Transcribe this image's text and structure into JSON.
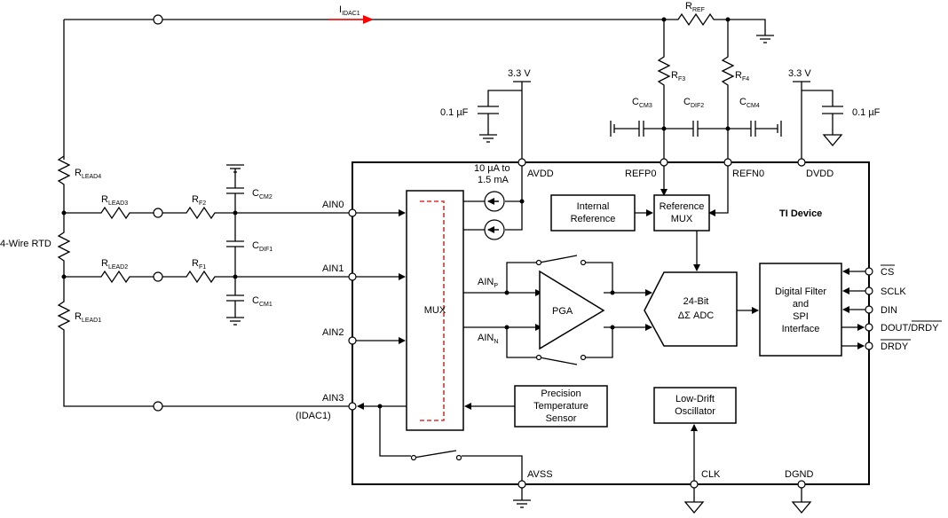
{
  "colors": {
    "wire": "#000000",
    "idac_arrow": "#ff0000",
    "mux_path": "#e03030",
    "background": "#ffffff"
  },
  "labels": {
    "idac1_main": "I",
    "idac1_sub": "IDAC1",
    "rref_main": "R",
    "rref_sub": "REF",
    "rf3_main": "R",
    "rf3_sub": "F3",
    "rf4_main": "R",
    "rf4_sub": "F4",
    "rlead4_main": "R",
    "rlead4_sub": "LEAD4",
    "rlead3_main": "R",
    "rlead3_sub": "LEAD3",
    "rlead2_main": "R",
    "rlead2_sub": "LEAD2",
    "rlead1_main": "R",
    "rlead1_sub": "LEAD1",
    "rf2_main": "R",
    "rf2_sub": "F2",
    "rf1_main": "R",
    "rf1_sub": "F1",
    "ccm2_main": "C",
    "ccm2_sub": "CM2",
    "cdif1_main": "C",
    "cdif1_sub": "DIF1",
    "ccm1_main": "C",
    "ccm1_sub": "CM1",
    "ccm3_main": "C",
    "ccm3_sub": "CM3",
    "cdif2_main": "C",
    "cdif2_sub": "DIF2",
    "ccm4_main": "C",
    "ccm4_sub": "CM4",
    "rtd": "4-Wire RTD",
    "cap_left": "0.1 µF",
    "cap_right": "0.1 µF",
    "supply_left": "3.3 V",
    "supply_right": "3.3 V",
    "idac_range_1": "10 µA to",
    "idac_range_2": "1.5 mA",
    "avdd": "AVDD",
    "refp0": "REFP0",
    "refn0": "REFN0",
    "dvdd": "DVDD",
    "ain0": "AIN0",
    "ain1": "AIN1",
    "ain2": "AIN2",
    "ain3": "AIN3",
    "ain3_alt": "(IDAC1)",
    "avss": "AVSS",
    "clk": "CLK",
    "dgnd": "DGND",
    "device": "TI Device",
    "mux": "MUX",
    "pga": "PGA",
    "ainp_main": "AIN",
    "ainp_sub": "P",
    "ainn_main": "AIN",
    "ainn_sub": "N",
    "internal_ref_1": "Internal",
    "internal_ref_2": "Reference",
    "ref_mux_1": "Reference",
    "ref_mux_2": "MUX",
    "adc_1": "24-Bit",
    "adc_2": "ΔΣ ADC",
    "dfilter_1": "Digital Filter",
    "dfilter_2": "and",
    "dfilter_3": "SPI",
    "dfilter_4": "Interface",
    "temp_1": "Precision",
    "temp_2": "Temperature",
    "temp_3": "Sensor",
    "osc_1": "Low-Drift",
    "osc_2": "Oscillator",
    "pin_cs": "CS",
    "pin_sclk": "SCLK",
    "pin_din": "DIN",
    "pin_dout": "DOUT/",
    "pin_dout_bar": "DRDY",
    "pin_drdy": "DRDY"
  }
}
